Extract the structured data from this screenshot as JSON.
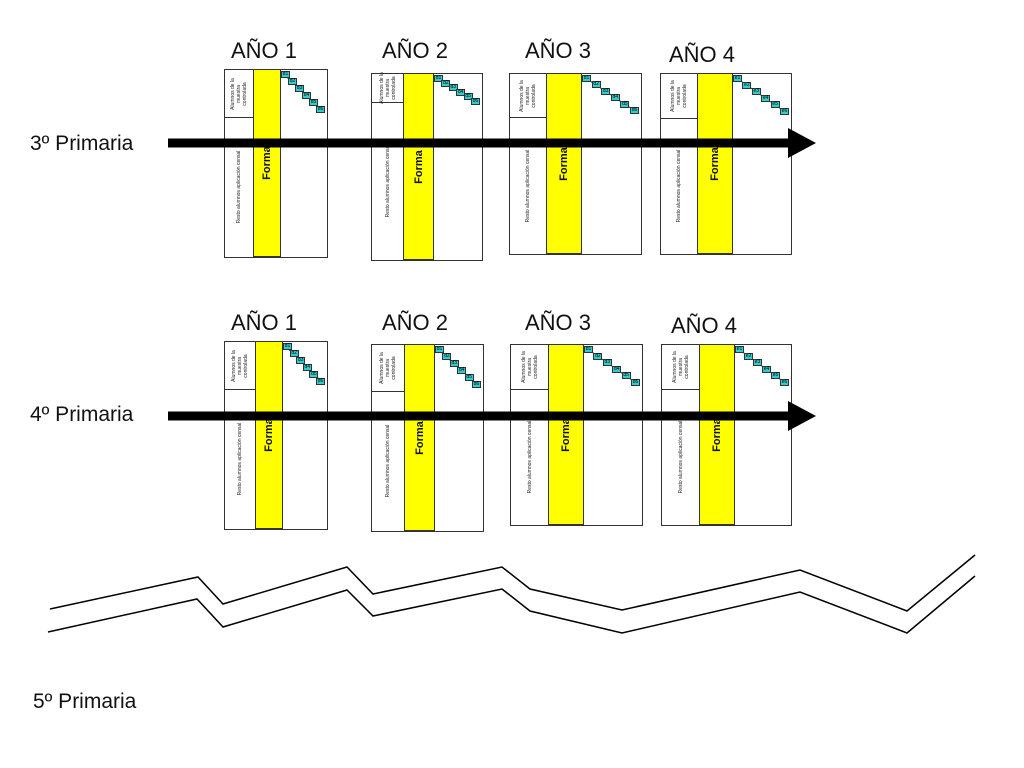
{
  "rows": [
    {
      "grade": "3º Primaria",
      "cards": [
        {
          "year": "AÑO 1",
          "band_text": "Forma",
          "top_text": [
            "Alumnos de la",
            "muestra",
            "controlada"
          ],
          "bottom_text": "Resto alumnos aplicación censal",
          "steps": [
            "d1",
            "d2",
            "d3",
            "d4",
            "d5",
            "d6"
          ]
        },
        {
          "year": "AÑO 2",
          "band_text": "Forma",
          "top_text": [
            "Alumnos de la",
            "muestra",
            "controlada"
          ],
          "bottom_text": "Resto alumnos aplicación censal",
          "steps": [
            "d1",
            "d2",
            "d3",
            "d4",
            "d5",
            "d6"
          ]
        },
        {
          "year": "AÑO 3",
          "band_text": "Forma",
          "top_text": [
            "Alumnos de la",
            "muestra",
            "controlada"
          ],
          "bottom_text": "Resto alumnos aplicación censal",
          "steps": [
            "d1",
            "d2",
            "d3",
            "d4",
            "d5",
            "d6"
          ]
        },
        {
          "year": "AÑO 4",
          "band_text": "Forma",
          "top_text": [
            "Alumnos de la",
            "muestra",
            "controlada"
          ],
          "bottom_text": "Resto alumnos aplicación censal",
          "steps": [
            "e1",
            "e2",
            "e3",
            "e4",
            "e5",
            "e6"
          ]
        }
      ]
    },
    {
      "grade": "4º Primaria",
      "cards": [
        {
          "year": "AÑO 1",
          "band_text": "Forma",
          "top_text": [
            "Alumnos de la",
            "muestra",
            "controlada"
          ],
          "bottom_text": "Resto alumnos aplicación censal",
          "steps": [
            "d1",
            "d2",
            "d3",
            "d4",
            "d5",
            "d6"
          ]
        },
        {
          "year": "AÑO 2",
          "band_text": "Forma",
          "top_text": [
            "Alumnos de la",
            "muestra",
            "controlada"
          ],
          "bottom_text": "Resto alumnos aplicación censal",
          "steps": [
            "d1",
            "d2",
            "d3",
            "d4",
            "d5",
            "d6"
          ]
        },
        {
          "year": "AÑO 3",
          "band_text": "Forma",
          "top_text": [
            "Alumnos de la",
            "muestra",
            "controlada"
          ],
          "bottom_text": "Resto alumnos aplicación censal",
          "steps": [
            "d1",
            "d2",
            "d3",
            "d4",
            "d5",
            "d6"
          ]
        },
        {
          "year": "AÑO 4",
          "band_text": "Forma",
          "top_text": [
            "Alumnos de la",
            "muestra",
            "controlada"
          ],
          "bottom_text": "Resto alumnos aplicación censal",
          "steps": [
            "e1",
            "e2",
            "e3",
            "e4",
            "e5",
            "e6"
          ]
        }
      ]
    }
  ],
  "bottom_grade": "5º Primaria",
  "colors": {
    "band": "#ffff00",
    "step": "#33cccc",
    "arrow": "#000000"
  }
}
